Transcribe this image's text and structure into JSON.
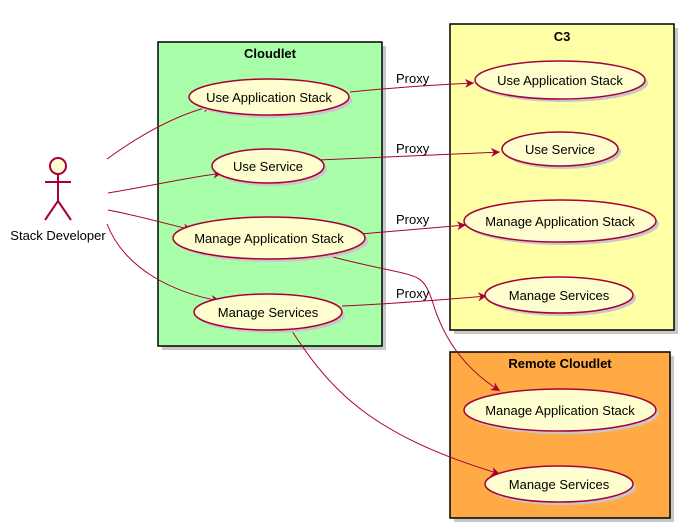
{
  "colors": {
    "line": "#A80036",
    "usecase_fill": "#FEFECE",
    "cloudlet_fill": "#A9FFA9",
    "c3_fill": "#FFFFA6",
    "remote_fill": "#FFAA44",
    "shadow": "#C8C8C8"
  },
  "actor": {
    "label": "Stack Developer"
  },
  "packages": {
    "cloudlet": {
      "title": "Cloudlet"
    },
    "c3": {
      "title": "C3"
    },
    "remote": {
      "title": "Remote Cloudlet"
    }
  },
  "usecases": {
    "cl_use_app_stack": "Use Application Stack",
    "cl_use_service": "Use Service",
    "cl_manage_app_stack": "Manage Application Stack",
    "cl_manage_services": "Manage Services",
    "c3_use_app_stack": "Use Application Stack",
    "c3_use_service": "Use Service",
    "c3_manage_app_stack": "Manage Application Stack",
    "c3_manage_services": "Manage Services",
    "rc_manage_app_stack": "Manage Application Stack",
    "rc_manage_services": "Manage Services"
  },
  "edge_labels": {
    "proxy_1": "Proxy",
    "proxy_2": "Proxy",
    "proxy_3": "Proxy",
    "proxy_4": "Proxy"
  }
}
